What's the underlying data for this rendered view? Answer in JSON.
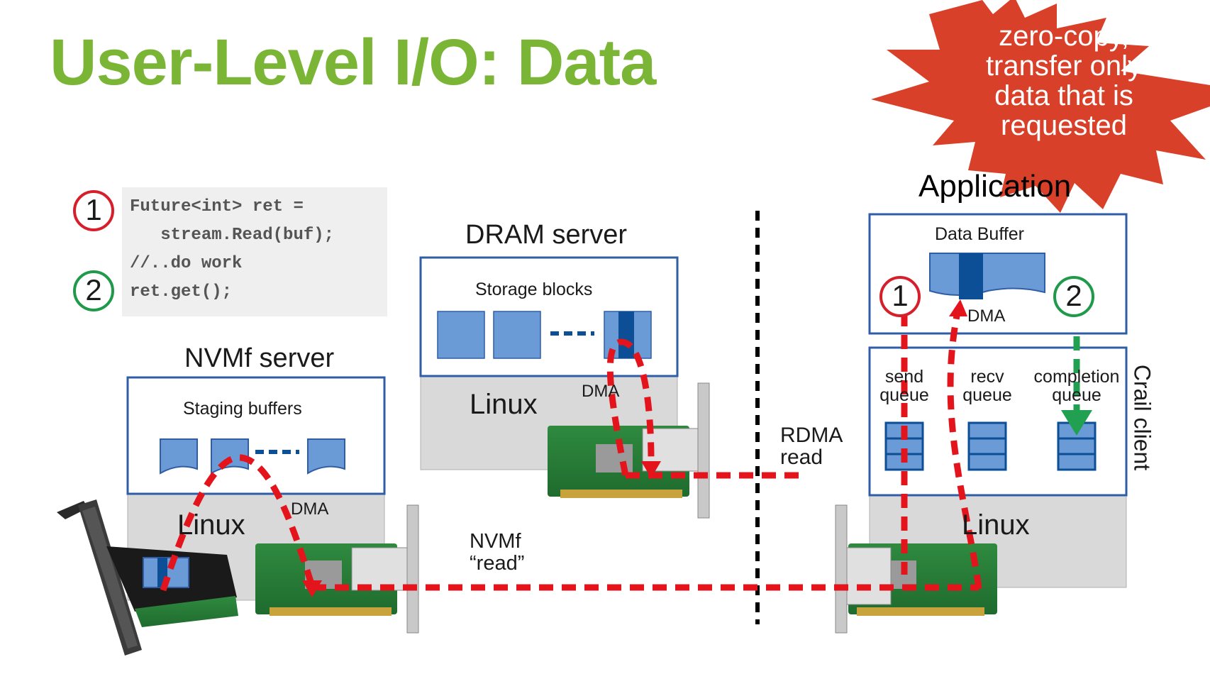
{
  "title": "User-Level I/O: Data",
  "callout": {
    "lines": [
      "zero-copy,",
      "transfer only",
      "data that is",
      "requested"
    ],
    "color": "#d9402a"
  },
  "code": {
    "lines": [
      "Future<int> ret =",
      "   stream.Read(buf);",
      "//..do work",
      "ret.get();"
    ],
    "markers": [
      "1",
      "2"
    ]
  },
  "nvmf_server": {
    "title": "NVMf server",
    "box_label": "Staging buffers",
    "os_label": "Linux",
    "dma_label": "DMA"
  },
  "dram_server": {
    "title": "DRAM server",
    "box_label": "Storage blocks",
    "os_label": "Linux",
    "dma_label": "DMA"
  },
  "links": {
    "rdma": [
      "RDMA",
      "read"
    ],
    "nvmf": [
      "NVMf",
      "“read”"
    ]
  },
  "client": {
    "application_label": "Application",
    "buffer_label": "Data Buffer",
    "dma_label": "DMA",
    "queues": [
      [
        "send",
        "queue"
      ],
      [
        "recv",
        "queue"
      ],
      [
        "completion",
        "queue"
      ]
    ],
    "os_label": "Linux",
    "side_label": "Crail client",
    "markers": [
      "1",
      "2"
    ]
  },
  "colors": {
    "title_green": "#7ab536",
    "box_border": "#2f5ea6",
    "block_blue": "#6b9bd6",
    "block_dark": "#0c4f96",
    "path_red": "#e3141c",
    "path_green": "#20a050",
    "linux_gray": "#d9d9d9"
  }
}
